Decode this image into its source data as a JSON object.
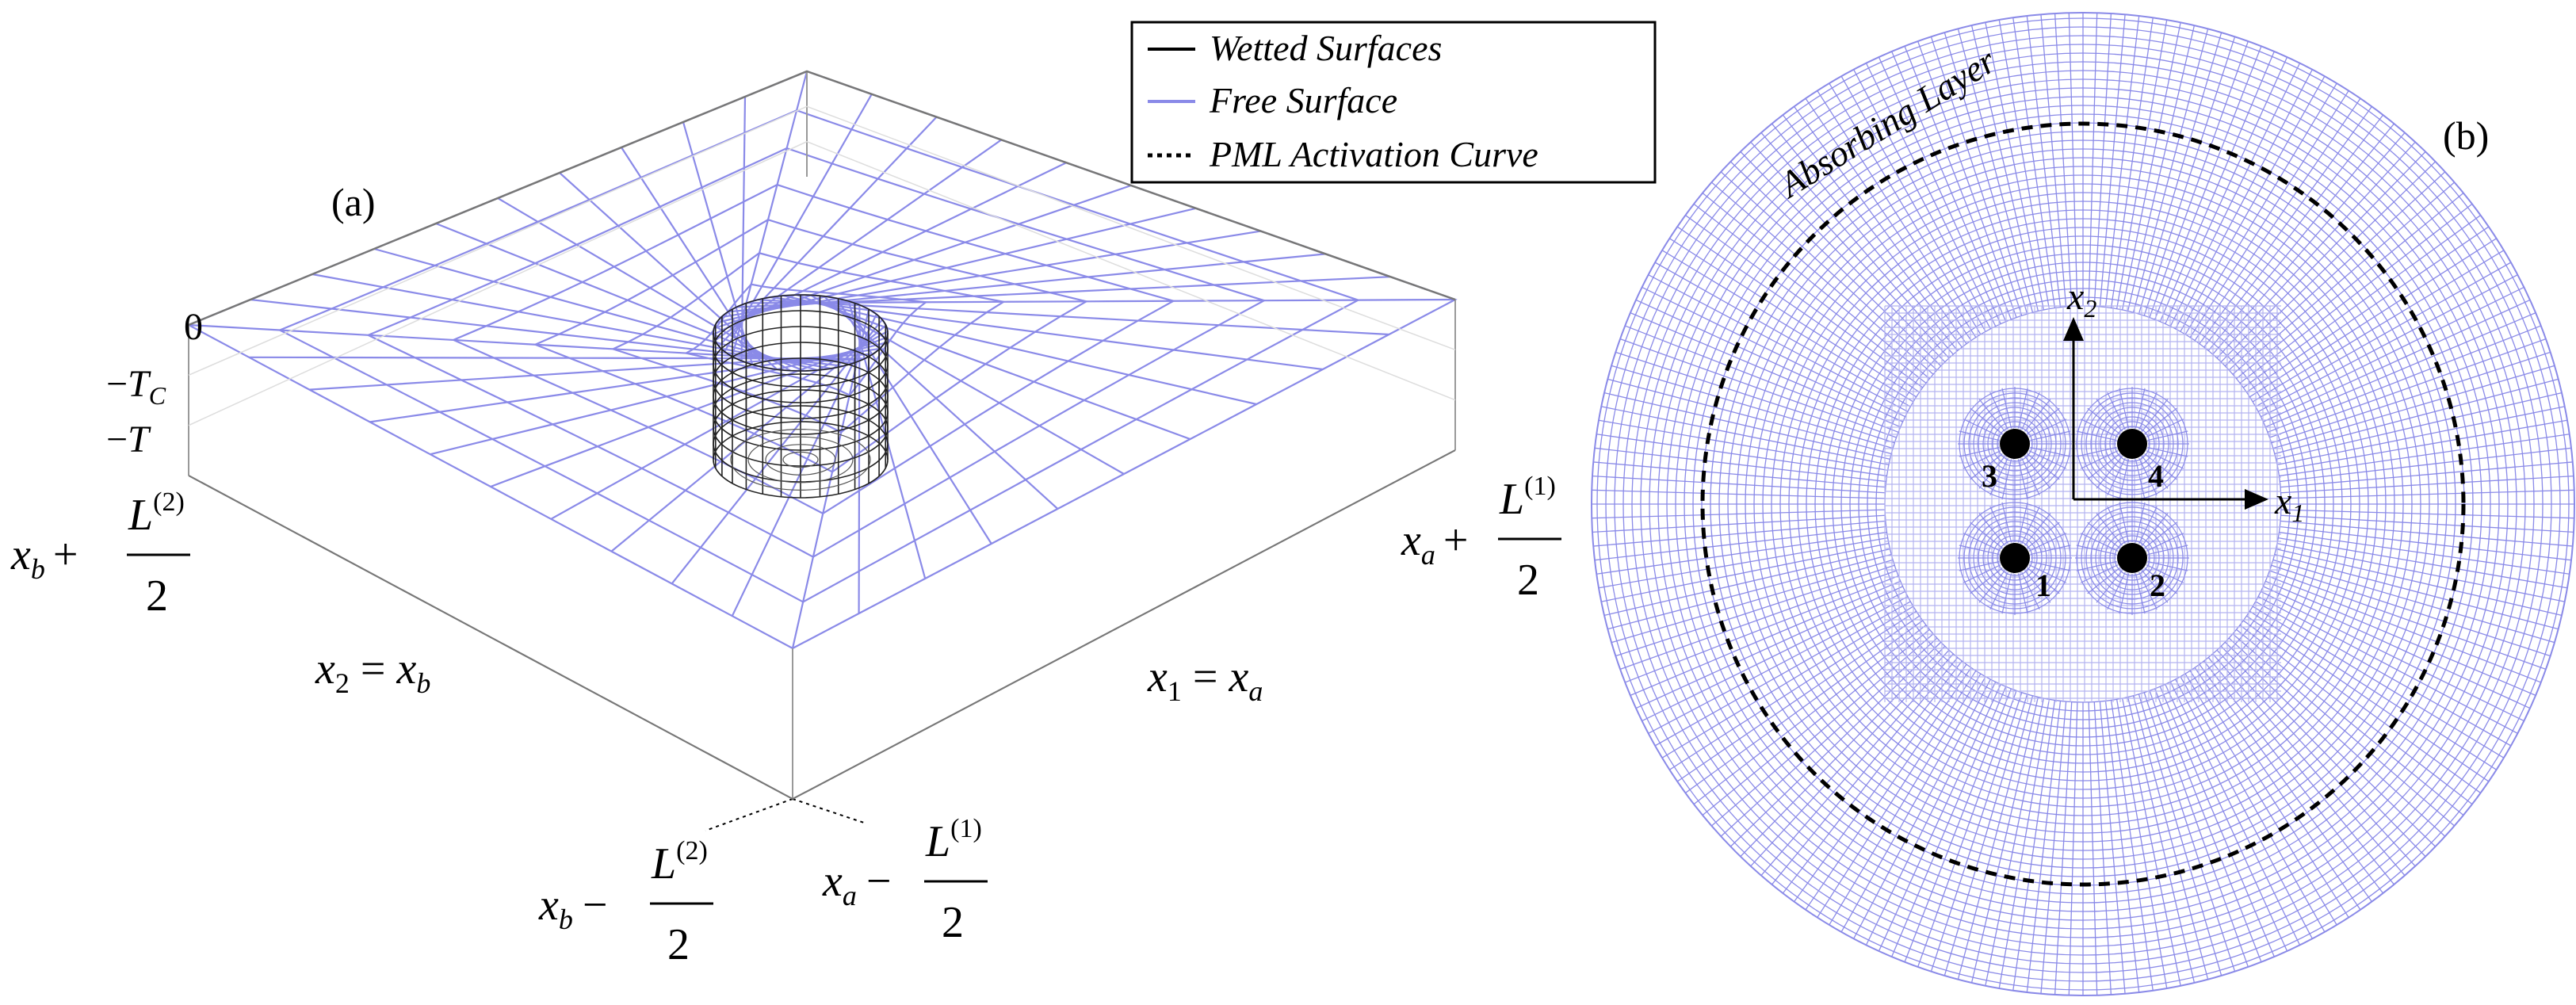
{
  "panel_a": {
    "label": "(a)",
    "z_ticks": {
      "zero": "0",
      "tc": {
        "sign": "−",
        "base": "T",
        "sub": "C"
      },
      "t": {
        "sign": "−",
        "base": "T"
      }
    },
    "axis_labels": {
      "x2_top": {
        "var": "x",
        "sub": "b",
        "op": "+",
        "num_base": "L",
        "num_sup": "(2)",
        "den": "2"
      },
      "x2_mid": {
        "lhs": "x",
        "lhs_sub": "2",
        "eq": "=",
        "rhs": "x",
        "rhs_sub": "b"
      },
      "x2_bottom": {
        "var": "x",
        "sub": "b",
        "op": "−",
        "num_base": "L",
        "num_sup": "(2)",
        "den": "2"
      },
      "x1_top": {
        "var": "x",
        "sub": "a",
        "op": "+",
        "num_base": "L",
        "num_sup": "(1)",
        "den": "2"
      },
      "x1_mid": {
        "lhs": "x",
        "lhs_sub": "1",
        "eq": "=",
        "rhs": "x",
        "rhs_sub": "a"
      },
      "x1_bottom": {
        "var": "x",
        "sub": "a",
        "op": "−",
        "num_base": "L",
        "num_sup": "(1)",
        "den": "2"
      }
    }
  },
  "legend": {
    "items": [
      {
        "label": "Wetted Surfaces",
        "style": "solid-black"
      },
      {
        "label": "Free Surface",
        "style": "solid-blue"
      },
      {
        "label": "PML Activation Curve",
        "style": "dotted-black"
      }
    ]
  },
  "panel_b": {
    "label": "(b)",
    "absorbing_label": "Absorbing Layer",
    "axis_x2": {
      "base": "x",
      "sub": "2"
    },
    "axis_x1": {
      "base": "x",
      "sub": "1"
    },
    "bodies": [
      "1",
      "2",
      "3",
      "4"
    ]
  },
  "colors": {
    "mesh": "#8a8ae8",
    "mesh_light": "#b4b4f0",
    "wetted": "#222222",
    "ink": "#000000"
  }
}
